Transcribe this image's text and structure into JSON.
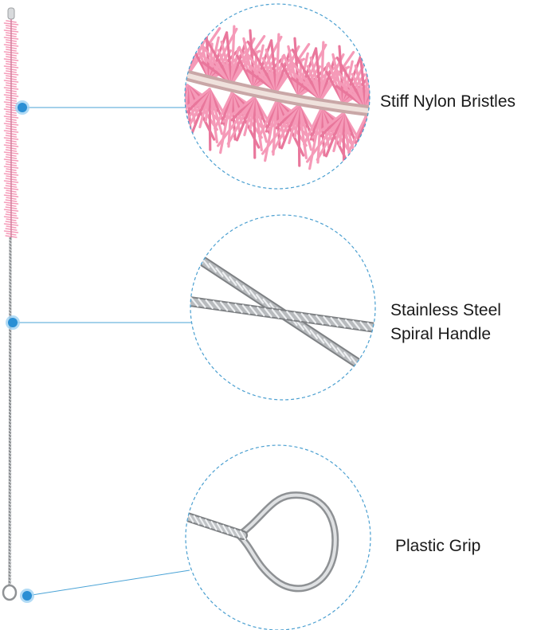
{
  "callouts": [
    {
      "lines": [
        "Stiff Nylon Bristles"
      ],
      "icon": "bristles-closeup"
    },
    {
      "lines": [
        "Stainless Steel",
        "Spiral Handle"
      ],
      "icon": "spiral-handle-closeup"
    },
    {
      "lines": [
        "Plastic Grip"
      ],
      "icon": "loop-grip-closeup"
    }
  ],
  "colors": {
    "bristle_pink": "#f59ab8",
    "bristle_dark": "#e9779c",
    "steel": "#b9bcbf",
    "steel_dark": "#8a8d90",
    "callout_blue": "#2a8fd4",
    "dashed_circle": "#4a9fd0",
    "leader_line": "#4aa3d6"
  }
}
